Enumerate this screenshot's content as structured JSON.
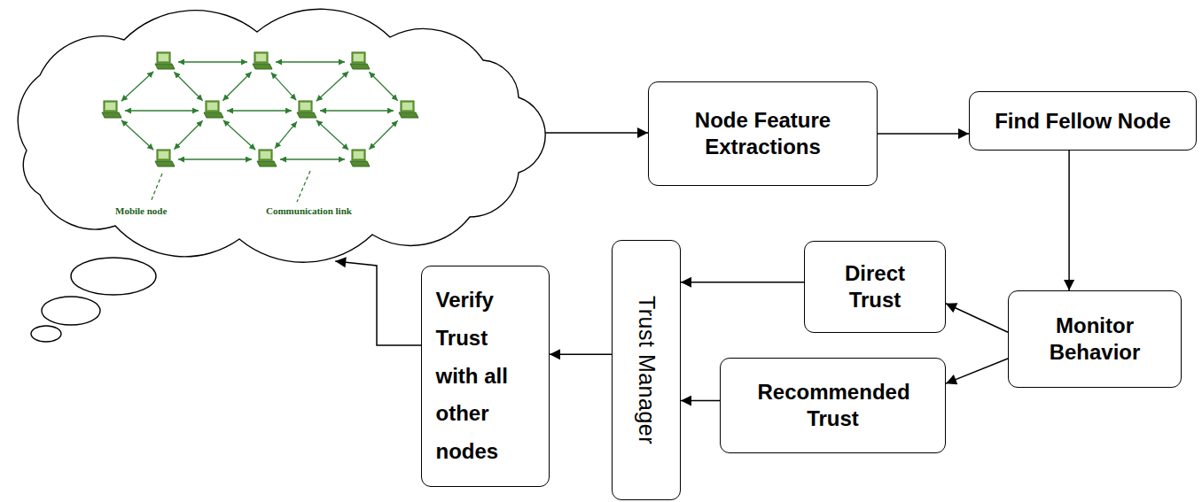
{
  "diagram": {
    "nodes": [
      {
        "text": [
          "Mobile node",
          "Communication link"
        ]
      },
      {
        "text": [
          "Node Feature Extractions"
        ]
      },
      {
        "text": [
          "Find Fellow Node"
        ]
      },
      {
        "text": [
          "Monitor Behavior"
        ]
      },
      {
        "text": [
          "Direct Trust"
        ]
      },
      {
        "text": [
          "Recommended Trust"
        ]
      },
      {
        "text": [
          "Trust Manager"
        ]
      },
      {
        "text": [
          "Verify Trust with all other nodes"
        ]
      }
    ],
    "edges": [
      {
        "from": 0,
        "to": 1,
        "arrow": "to"
      },
      {
        "from": 1,
        "to": 2,
        "arrow": "to"
      },
      {
        "from": 2,
        "to": 3,
        "arrow": "to"
      },
      {
        "from": 3,
        "to": 4,
        "arrow": "to"
      },
      {
        "from": 3,
        "to": 5,
        "arrow": "to"
      },
      {
        "from": 4,
        "to": 6,
        "arrow": "to"
      },
      {
        "from": 5,
        "to": 6,
        "arrow": "to"
      },
      {
        "from": 6,
        "to": 7,
        "arrow": "to"
      },
      {
        "from": 7,
        "to": 0,
        "arrow": "to"
      }
    ]
  }
}
